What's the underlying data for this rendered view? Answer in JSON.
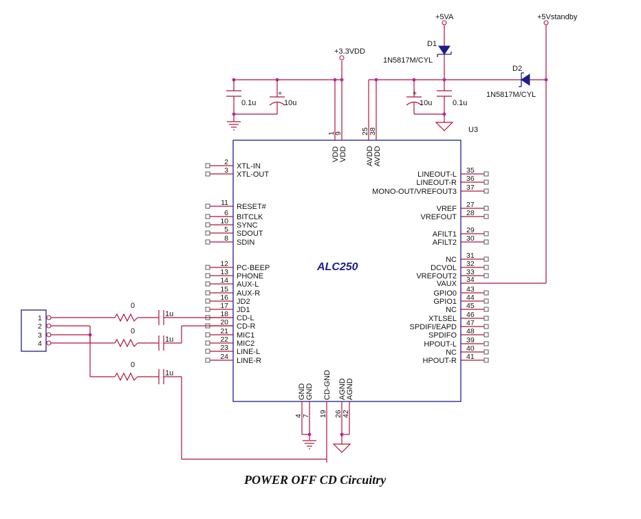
{
  "caption": "POWER OFF CD Circuitry",
  "ic": {
    "part": "ALC250",
    "ref": "U3",
    "left_pins": [
      {
        "num": "2",
        "name": "XTL-IN"
      },
      {
        "num": "3",
        "name": "XTL-OUT"
      },
      {
        "num": "11",
        "name": "RESET#"
      },
      {
        "num": "6",
        "name": "BITCLK"
      },
      {
        "num": "10",
        "name": "SYNC"
      },
      {
        "num": "5",
        "name": "SDOUT"
      },
      {
        "num": "8",
        "name": "SDIN"
      },
      {
        "num": "12",
        "name": "PC-BEEP"
      },
      {
        "num": "13",
        "name": "PHONE"
      },
      {
        "num": "14",
        "name": "AUX-L"
      },
      {
        "num": "15",
        "name": "AUX-R"
      },
      {
        "num": "16",
        "name": "JD2"
      },
      {
        "num": "17",
        "name": "JD1"
      },
      {
        "num": "18",
        "name": "CD-L"
      },
      {
        "num": "20",
        "name": "CD-R"
      },
      {
        "num": "21",
        "name": "MIC1"
      },
      {
        "num": "22",
        "name": "MIC2"
      },
      {
        "num": "23",
        "name": "LINE-L"
      },
      {
        "num": "24",
        "name": "LINE-R"
      }
    ],
    "right_pins": [
      {
        "num": "35",
        "name": "LINEOUT-L"
      },
      {
        "num": "36",
        "name": "LINEOUT-R"
      },
      {
        "num": "37",
        "name": "MONO-OUT/VREFOUT3"
      },
      {
        "num": "27",
        "name": "VREF"
      },
      {
        "num": "28",
        "name": "VREFOUT"
      },
      {
        "num": "29",
        "name": "AFILT1"
      },
      {
        "num": "30",
        "name": "AFILT2"
      },
      {
        "num": "31",
        "name": "NC"
      },
      {
        "num": "32",
        "name": "DCVOL"
      },
      {
        "num": "33",
        "name": "VREFOUT2"
      },
      {
        "num": "34",
        "name": "VAUX"
      },
      {
        "num": "43",
        "name": "GPIO0"
      },
      {
        "num": "44",
        "name": "GPIO1"
      },
      {
        "num": "45",
        "name": "NC"
      },
      {
        "num": "46",
        "name": "XTLSEL"
      },
      {
        "num": "47",
        "name": "SPDIFI/EAPD"
      },
      {
        "num": "48",
        "name": "SPDIFO"
      },
      {
        "num": "39",
        "name": "HPOUT-L"
      },
      {
        "num": "40",
        "name": "NC"
      },
      {
        "num": "41",
        "name": "HPOUT-R"
      }
    ],
    "top_pins": [
      {
        "num": "1",
        "name": "VDD"
      },
      {
        "num": "9",
        "name": "VDD"
      },
      {
        "num": "25",
        "name": "AVDD"
      },
      {
        "num": "38",
        "name": "AVDD"
      }
    ],
    "bottom_pins": [
      {
        "num": "4",
        "name": "GND"
      },
      {
        "num": "7",
        "name": "GND"
      },
      {
        "num": "19",
        "name": "CD-GND"
      },
      {
        "num": "26",
        "name": "AGND"
      },
      {
        "num": "42",
        "name": "AGND"
      }
    ]
  },
  "rails": {
    "vdd33": "+3.3VDD",
    "vdd5a": "+5VA",
    "vstandby": "+5Vstandby"
  },
  "diodes": [
    {
      "ref": "D1",
      "part": "1N5817M/CYL"
    },
    {
      "ref": "D2",
      "part": "1N5817M/CYL"
    }
  ],
  "capacitors": {
    "c1": "0.1u",
    "c2": "10u",
    "c3": "10u",
    "c4": "0.1u",
    "plus": "+"
  },
  "connector_pins": [
    "1",
    "2",
    "3",
    "4"
  ],
  "resistors": [
    "0",
    "0",
    "0"
  ],
  "coupling_caps": [
    "1u",
    "1u",
    "1u"
  ]
}
